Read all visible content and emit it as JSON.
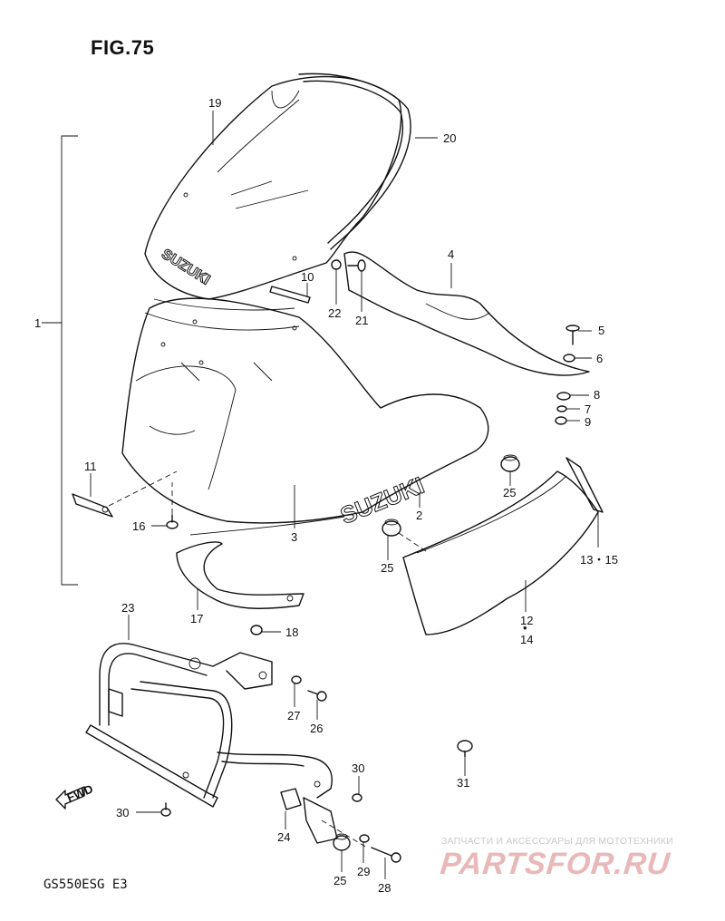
{
  "figure": {
    "title": "FIG.75",
    "model_code": "GS550ESG  E3"
  },
  "watermark": {
    "tagline": "ЗАПЧАСТИ И АКСЕССУАРЫ ДЛЯ МОТОТЕХНИКИ",
    "logo": "PARTSFOR.RU"
  },
  "embossed_text": {
    "windscreen": "SUZUKI",
    "cowl": "SUZUKI",
    "fwd_arrow": "FWD"
  },
  "callouts": {
    "c1": "1",
    "c2": "2",
    "c3": "3",
    "c4": "4",
    "c5": "5",
    "c6": "6",
    "c7": "7",
    "c8": "8",
    "c9": "9",
    "c10": "10",
    "c11": "11",
    "c12": "12",
    "c12_dot": "•",
    "c14": "14",
    "c13_15": "13・15",
    "c16": "16",
    "c17": "17",
    "c18": "18",
    "c19": "19",
    "c20": "20",
    "c21": "21",
    "c22": "22",
    "c23": "23",
    "c24": "24",
    "c25a": "25",
    "c25b": "25",
    "c25c": "25",
    "c26": "26",
    "c27": "27",
    "c28": "28",
    "c29": "29",
    "c30a": "30",
    "c30b": "30",
    "c31": "31"
  }
}
